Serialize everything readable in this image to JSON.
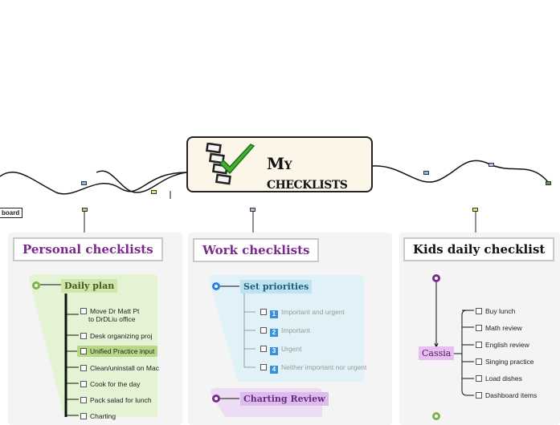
{
  "central": {
    "title": "My checklists"
  },
  "offscreen_label": "board",
  "personal": {
    "title": "Personal checklists",
    "topic": "Daily plan",
    "items": [
      {
        "label": "Move Dr Matt Pt",
        "label2": "to DrDLiu office"
      },
      {
        "label": "Desk organizing proj"
      },
      {
        "label": "Unified Practice input"
      },
      {
        "label": "Clean/uninstall on Mac"
      },
      {
        "label": "Cook for the day"
      },
      {
        "label": "Pack salad for lunch"
      },
      {
        "label": "Charting"
      }
    ]
  },
  "work": {
    "title": "Work checklists",
    "topic": "Set priorities",
    "items": [
      {
        "num": "1",
        "label": "Important and urgent"
      },
      {
        "num": "2",
        "label": "Important"
      },
      {
        "num": "3",
        "label": "Urgent"
      },
      {
        "num": "4",
        "label": "Neither important nor urgent"
      }
    ],
    "topic2": "Charting Review"
  },
  "kids": {
    "title": "Kids daily checklist",
    "child": "Cassia",
    "items": [
      {
        "label": "Buy lunch"
      },
      {
        "label": "Math review"
      },
      {
        "label": "English review"
      },
      {
        "label": "Singing practice"
      },
      {
        "label": "Load dishes"
      },
      {
        "label": "Dashboard items"
      }
    ]
  },
  "colors": {
    "green": "#7bb34a",
    "green_fill": "#e3f3d4",
    "green_topic": "#cfe8a9",
    "blue": "#2f7fe0",
    "blue_fill": "#e0f2f7",
    "blue_topic": "#bfe3f0",
    "purple": "#7b2a8c",
    "purple_fill": "#ecdcf4",
    "purple_topic": "#dcbcec",
    "kids_topic": "#e8bff0"
  }
}
